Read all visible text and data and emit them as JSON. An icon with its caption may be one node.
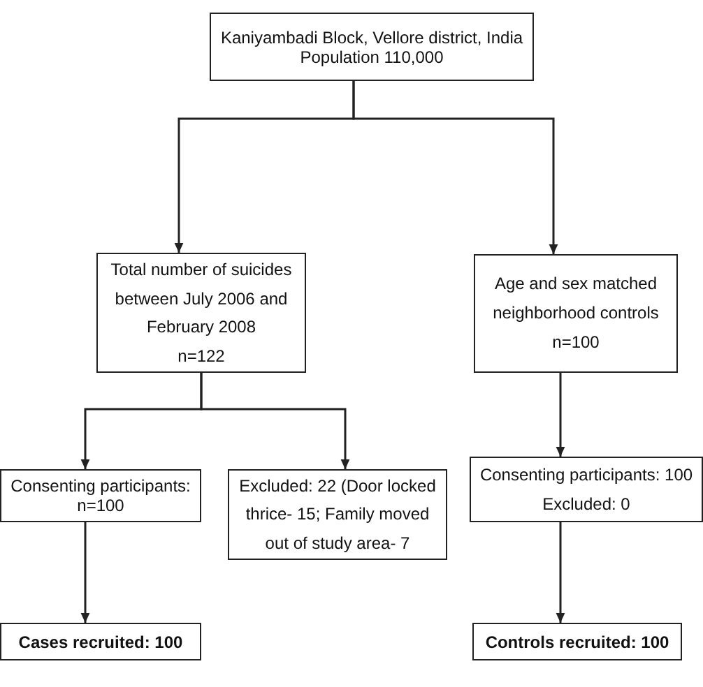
{
  "diagram": {
    "nodes": [
      {
        "text": [
          "Kaniyambadi Block, Vellore district, India",
          "Population 110,000"
        ]
      },
      {
        "text": [
          "Total number of suicides between July 2006 and February 2008",
          "n=122"
        ]
      },
      {
        "text": [
          "Age and sex matched neighborhood controls",
          "n=100"
        ]
      },
      {
        "text": [
          "Consenting participants: n=100"
        ]
      },
      {
        "text": [
          "Excluded: 22 (Door locked thrice- 15; Family moved out of study area- 7"
        ]
      },
      {
        "text": [
          "Consenting participants: 100",
          "Excluded: 0"
        ]
      },
      {
        "text": [
          "Cases recruited: 100"
        ]
      },
      {
        "text": [
          "Controls recruited: 100"
        ]
      }
    ],
    "edges": [
      {
        "from": 0,
        "to": 1,
        "arrow": "to"
      },
      {
        "from": 0,
        "to": 2,
        "arrow": "to"
      },
      {
        "from": 1,
        "to": 3,
        "arrow": "to"
      },
      {
        "from": 1,
        "to": 4,
        "arrow": "to"
      },
      {
        "from": 2,
        "to": 5,
        "arrow": "to"
      },
      {
        "from": 3,
        "to": 6,
        "arrow": "to"
      },
      {
        "from": 5,
        "to": 7,
        "arrow": "to"
      }
    ]
  }
}
